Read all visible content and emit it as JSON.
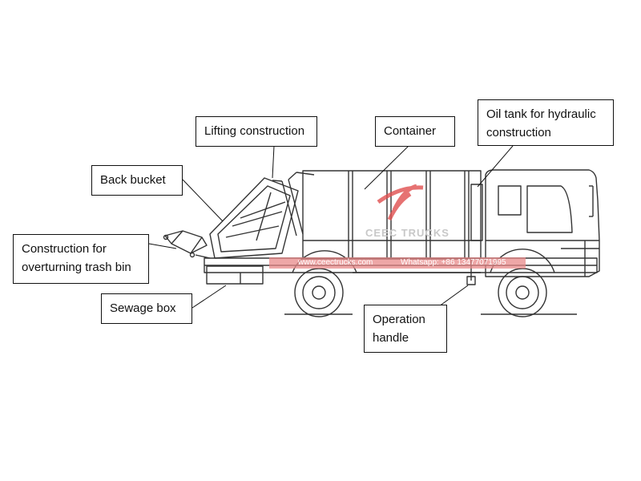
{
  "labels": {
    "lifting": "Lifting construction",
    "container": "Container",
    "oil_tank": "Oil tank for hydraulic\nconstruction",
    "back_bucket": "Back bucket",
    "overturning": "Construction for\noverturning trash bin",
    "sewage": "Sewage box",
    "operation": "Operation\nhandle"
  },
  "watermark": {
    "brand": "CEEC TRUCKS",
    "website": "www.ceectrucks.com",
    "whatsapp": "Whatsapp: +86 13477071995"
  },
  "colors": {
    "line": "#333333",
    "banner": "#e88a8a",
    "logo": "#e05050"
  }
}
